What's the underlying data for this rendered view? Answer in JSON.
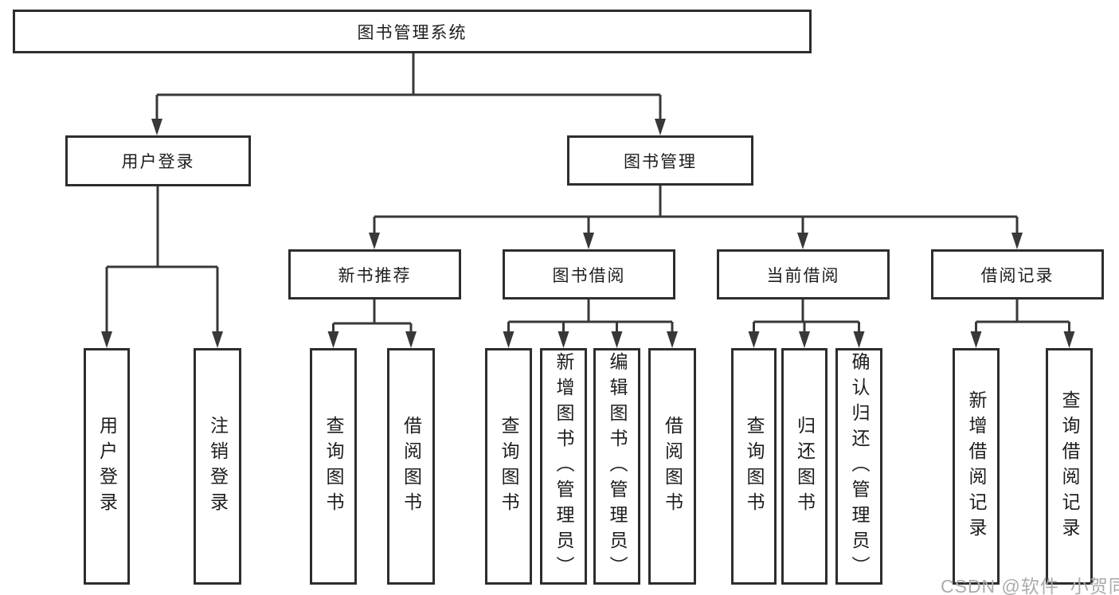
{
  "diagram": {
    "title": "图书管理系统",
    "level2": [
      {
        "label": "用户登录"
      },
      {
        "label": "图书管理"
      }
    ],
    "level3": [
      {
        "label": "新书推荐"
      },
      {
        "label": "图书借阅"
      },
      {
        "label": "当前借阅"
      },
      {
        "label": "借阅记录"
      }
    ],
    "leaves": [
      {
        "label": "用户登录"
      },
      {
        "label": "注销登录"
      },
      {
        "label": "查询图书"
      },
      {
        "label": "借阅图书"
      },
      {
        "label": "查询图书"
      },
      {
        "label": "新增图书（管理员）"
      },
      {
        "label": "编辑图书（管理员）"
      },
      {
        "label": "借阅图书"
      },
      {
        "label": "查询图书"
      },
      {
        "label": "归还图书"
      },
      {
        "label": "确认归还（管理员）"
      },
      {
        "label": "新增借阅记录"
      },
      {
        "label": "查询借阅记录"
      }
    ]
  },
  "watermark": {
    "text": "CSDN @软件_小贺同学"
  },
  "colors": {
    "line": "#383838",
    "box_border": "#2d2d2d",
    "text": "#1d1d1d",
    "watermark": "#ababab"
  }
}
